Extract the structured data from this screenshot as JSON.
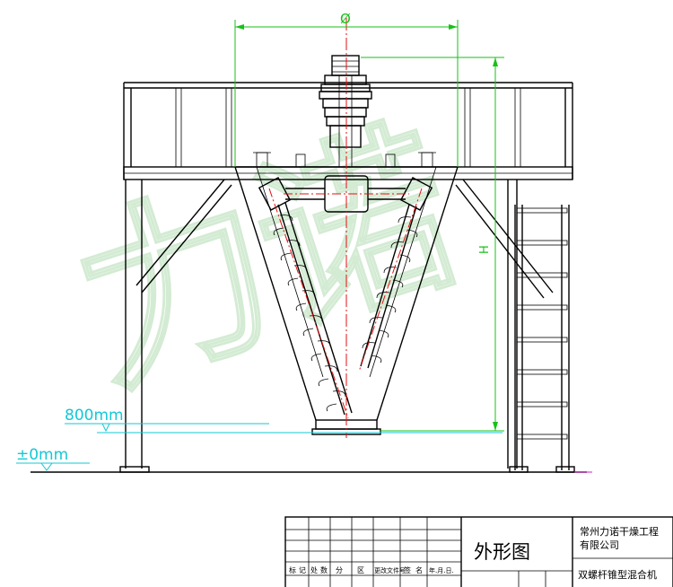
{
  "diameter_symbol": "Ø",
  "height_symbol": "H",
  "level_upper": "800mm",
  "level_ground": "±0mm",
  "watermark": "力诺",
  "title_block": {
    "drawing_title": "外形图",
    "company_line1": "常州力诺干燥工程",
    "company_line2": "有限公司",
    "product_name": "双螺杆锥型混合机",
    "revision_headers": [
      "标",
      "记",
      "处",
      "数",
      "分",
      "区",
      "更改文件号",
      "签",
      "名",
      "年.月.日."
    ]
  },
  "colors": {
    "dimension": "#17c117",
    "level": "#13c8d6",
    "centerline": "#e01010",
    "outline": "#000000"
  }
}
